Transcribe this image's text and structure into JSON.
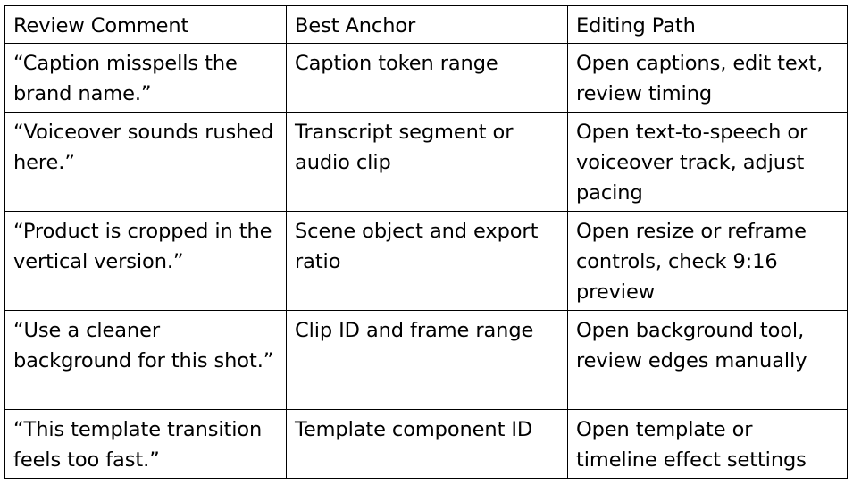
{
  "table": {
    "headers": [
      "Review Comment",
      "Best Anchor",
      "Editing Path"
    ],
    "rows": [
      {
        "comment": "“Caption misspells the brand name.”",
        "anchor": "Caption token range",
        "path": "Open captions, edit text, review timing"
      },
      {
        "comment": "“Voiceover sounds rushed here.”",
        "anchor": "Transcript segment or audio clip",
        "path": "Open text-to-speech or voiceover track, adjust pacing"
      },
      {
        "comment": "“Product is cropped in the vertical version.”",
        "anchor": "Scene object and export ratio",
        "path": "Open resize or reframe controls, check 9:16 preview"
      },
      {
        "comment": "“Use a cleaner background for this shot.”",
        "anchor": "Clip ID and frame range",
        "path": "Open background tool, review edges manually"
      },
      {
        "comment": "“This template transition feels too fast.”",
        "anchor": "Template component ID",
        "path": "Open template or timeline effect settings"
      }
    ]
  }
}
